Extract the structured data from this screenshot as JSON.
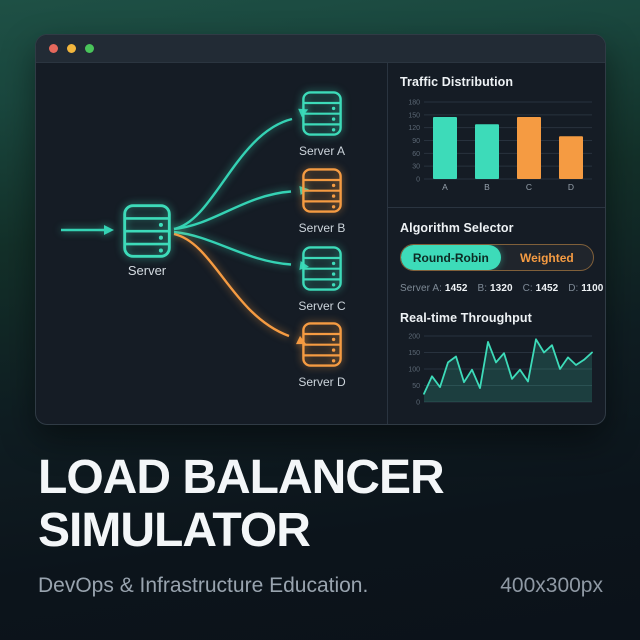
{
  "colors": {
    "teal": "#3ddbb9",
    "orange": "#f59b42",
    "window_bg": "#151c25",
    "titlebar_bg": "#222b35",
    "grid_line": "#28323e",
    "tick_text": "#5c6875",
    "axis_label_text": "#96a1ac"
  },
  "window": {
    "traffic_lights": [
      {
        "name": "close",
        "color": "#e5685c"
      },
      {
        "name": "minimize",
        "color": "#f2b63d"
      },
      {
        "name": "zoom",
        "color": "#49c45a"
      }
    ]
  },
  "diagram": {
    "incoming": {
      "color": "#35d2b4"
    },
    "source": {
      "label": "Server",
      "color": "#3ddbb9"
    },
    "targets": [
      {
        "label": "Server A",
        "color": "#3ddbb9"
      },
      {
        "label": "Server B",
        "color": "#f59b42"
      },
      {
        "label": "Server C",
        "color": "#3ddbb9"
      },
      {
        "label": "Server D",
        "color": "#f59b42"
      }
    ],
    "links": [
      {
        "to": "Server A",
        "color": "#35d2b4"
      },
      {
        "to": "Server B",
        "color": "#35d2b4"
      },
      {
        "to": "Server C",
        "color": "#35d2b4"
      },
      {
        "to": "Server D",
        "color": "#f59b42"
      }
    ]
  },
  "panel": {
    "traffic": {
      "title": "Traffic Distribution"
    },
    "algorithm": {
      "title": "Algorithm Selector",
      "options": [
        {
          "label": "Round-Robin",
          "selected": true
        },
        {
          "label": "Weighted",
          "selected": false
        }
      ],
      "stats": [
        {
          "label": "Server A:",
          "value": "1452"
        },
        {
          "label": "B:",
          "value": "1320"
        },
        {
          "label": "C:",
          "value": "1452"
        },
        {
          "label": "D:",
          "value": "1100"
        }
      ]
    },
    "throughput": {
      "title": "Real-time Throughput"
    }
  },
  "chart_data": [
    {
      "type": "bar",
      "title": "Traffic Distribution",
      "categories": [
        "A",
        "B",
        "C",
        "D"
      ],
      "values": [
        145,
        128,
        145,
        100
      ],
      "bar_colors": [
        "#3ddbb9",
        "#3ddbb9",
        "#f59b42",
        "#f59b42"
      ],
      "xlabel": "",
      "ylabel": "",
      "ylim": [
        0,
        180
      ],
      "yticks": [
        0,
        30,
        60,
        90,
        120,
        150,
        180
      ],
      "grid": true,
      "legend": false
    },
    {
      "type": "area",
      "title": "Real-time Throughput",
      "x": [
        0,
        1,
        2,
        3,
        4,
        5,
        6,
        7,
        8,
        9,
        10,
        11,
        12,
        13,
        14,
        15,
        16,
        17,
        18,
        19,
        20,
        21
      ],
      "values": [
        25,
        78,
        45,
        120,
        138,
        60,
        98,
        42,
        182,
        120,
        148,
        70,
        98,
        62,
        190,
        150,
        172,
        100,
        135,
        112,
        128,
        150
      ],
      "line_color": "#3ddbb9",
      "fill_opacity": 0.18,
      "xlabel": "",
      "ylabel": "",
      "ylim": [
        0,
        200
      ],
      "yticks": [
        0,
        50,
        100,
        150,
        200
      ],
      "grid": true,
      "legend": false
    }
  ],
  "footer": {
    "headline_line1": "LOAD BALANCER",
    "headline_line2": "SIMULATOR",
    "subtitle": "DevOps & Infrastructure Education.",
    "size_label": "400x300px"
  }
}
